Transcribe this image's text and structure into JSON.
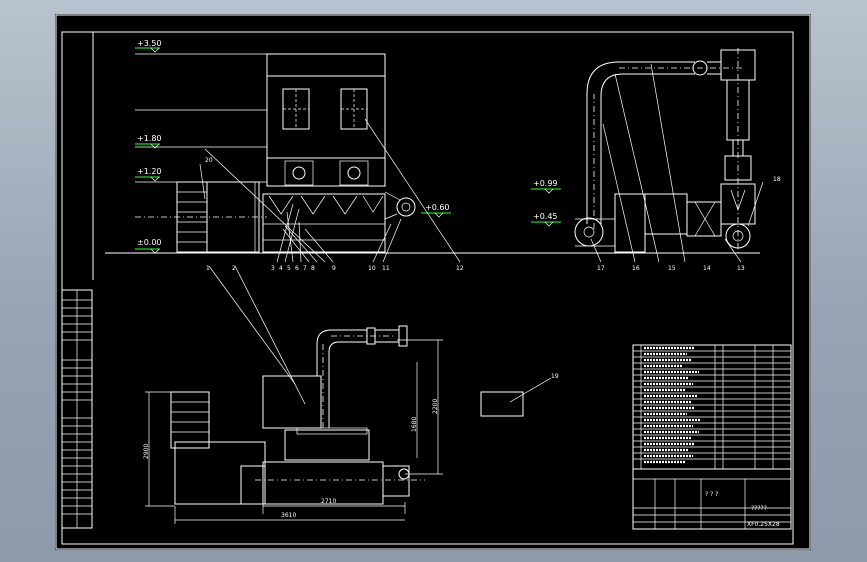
{
  "levels": {
    "l350": "+3.50",
    "l180": "+1.80",
    "l120": "+1.20",
    "l000": "±0.00",
    "l060": "+0.60",
    "l099": "+0.99",
    "l045": "+0.45"
  },
  "elevation_callouts": [
    "1",
    "2",
    "3",
    "4",
    "5",
    "6",
    "7",
    "8",
    "9",
    "10",
    "11",
    "12"
  ],
  "right_callouts": [
    "13",
    "14",
    "15",
    "16",
    "17",
    "18"
  ],
  "callout_20": "20",
  "callout_19": "19",
  "dimensions": {
    "d2900": "2900",
    "d1680": "1680",
    "d2200": "2200",
    "d2710": "2710",
    "d3610": "3610"
  },
  "title_block": {
    "qmarks": "? ? ?",
    "title": "?????",
    "drawing_no": "XF0.25X28"
  },
  "colors": {
    "sheet": "#000000",
    "lines": "#ffffff",
    "level_marks": "#1fd31f",
    "background": "#9aa6b4"
  }
}
